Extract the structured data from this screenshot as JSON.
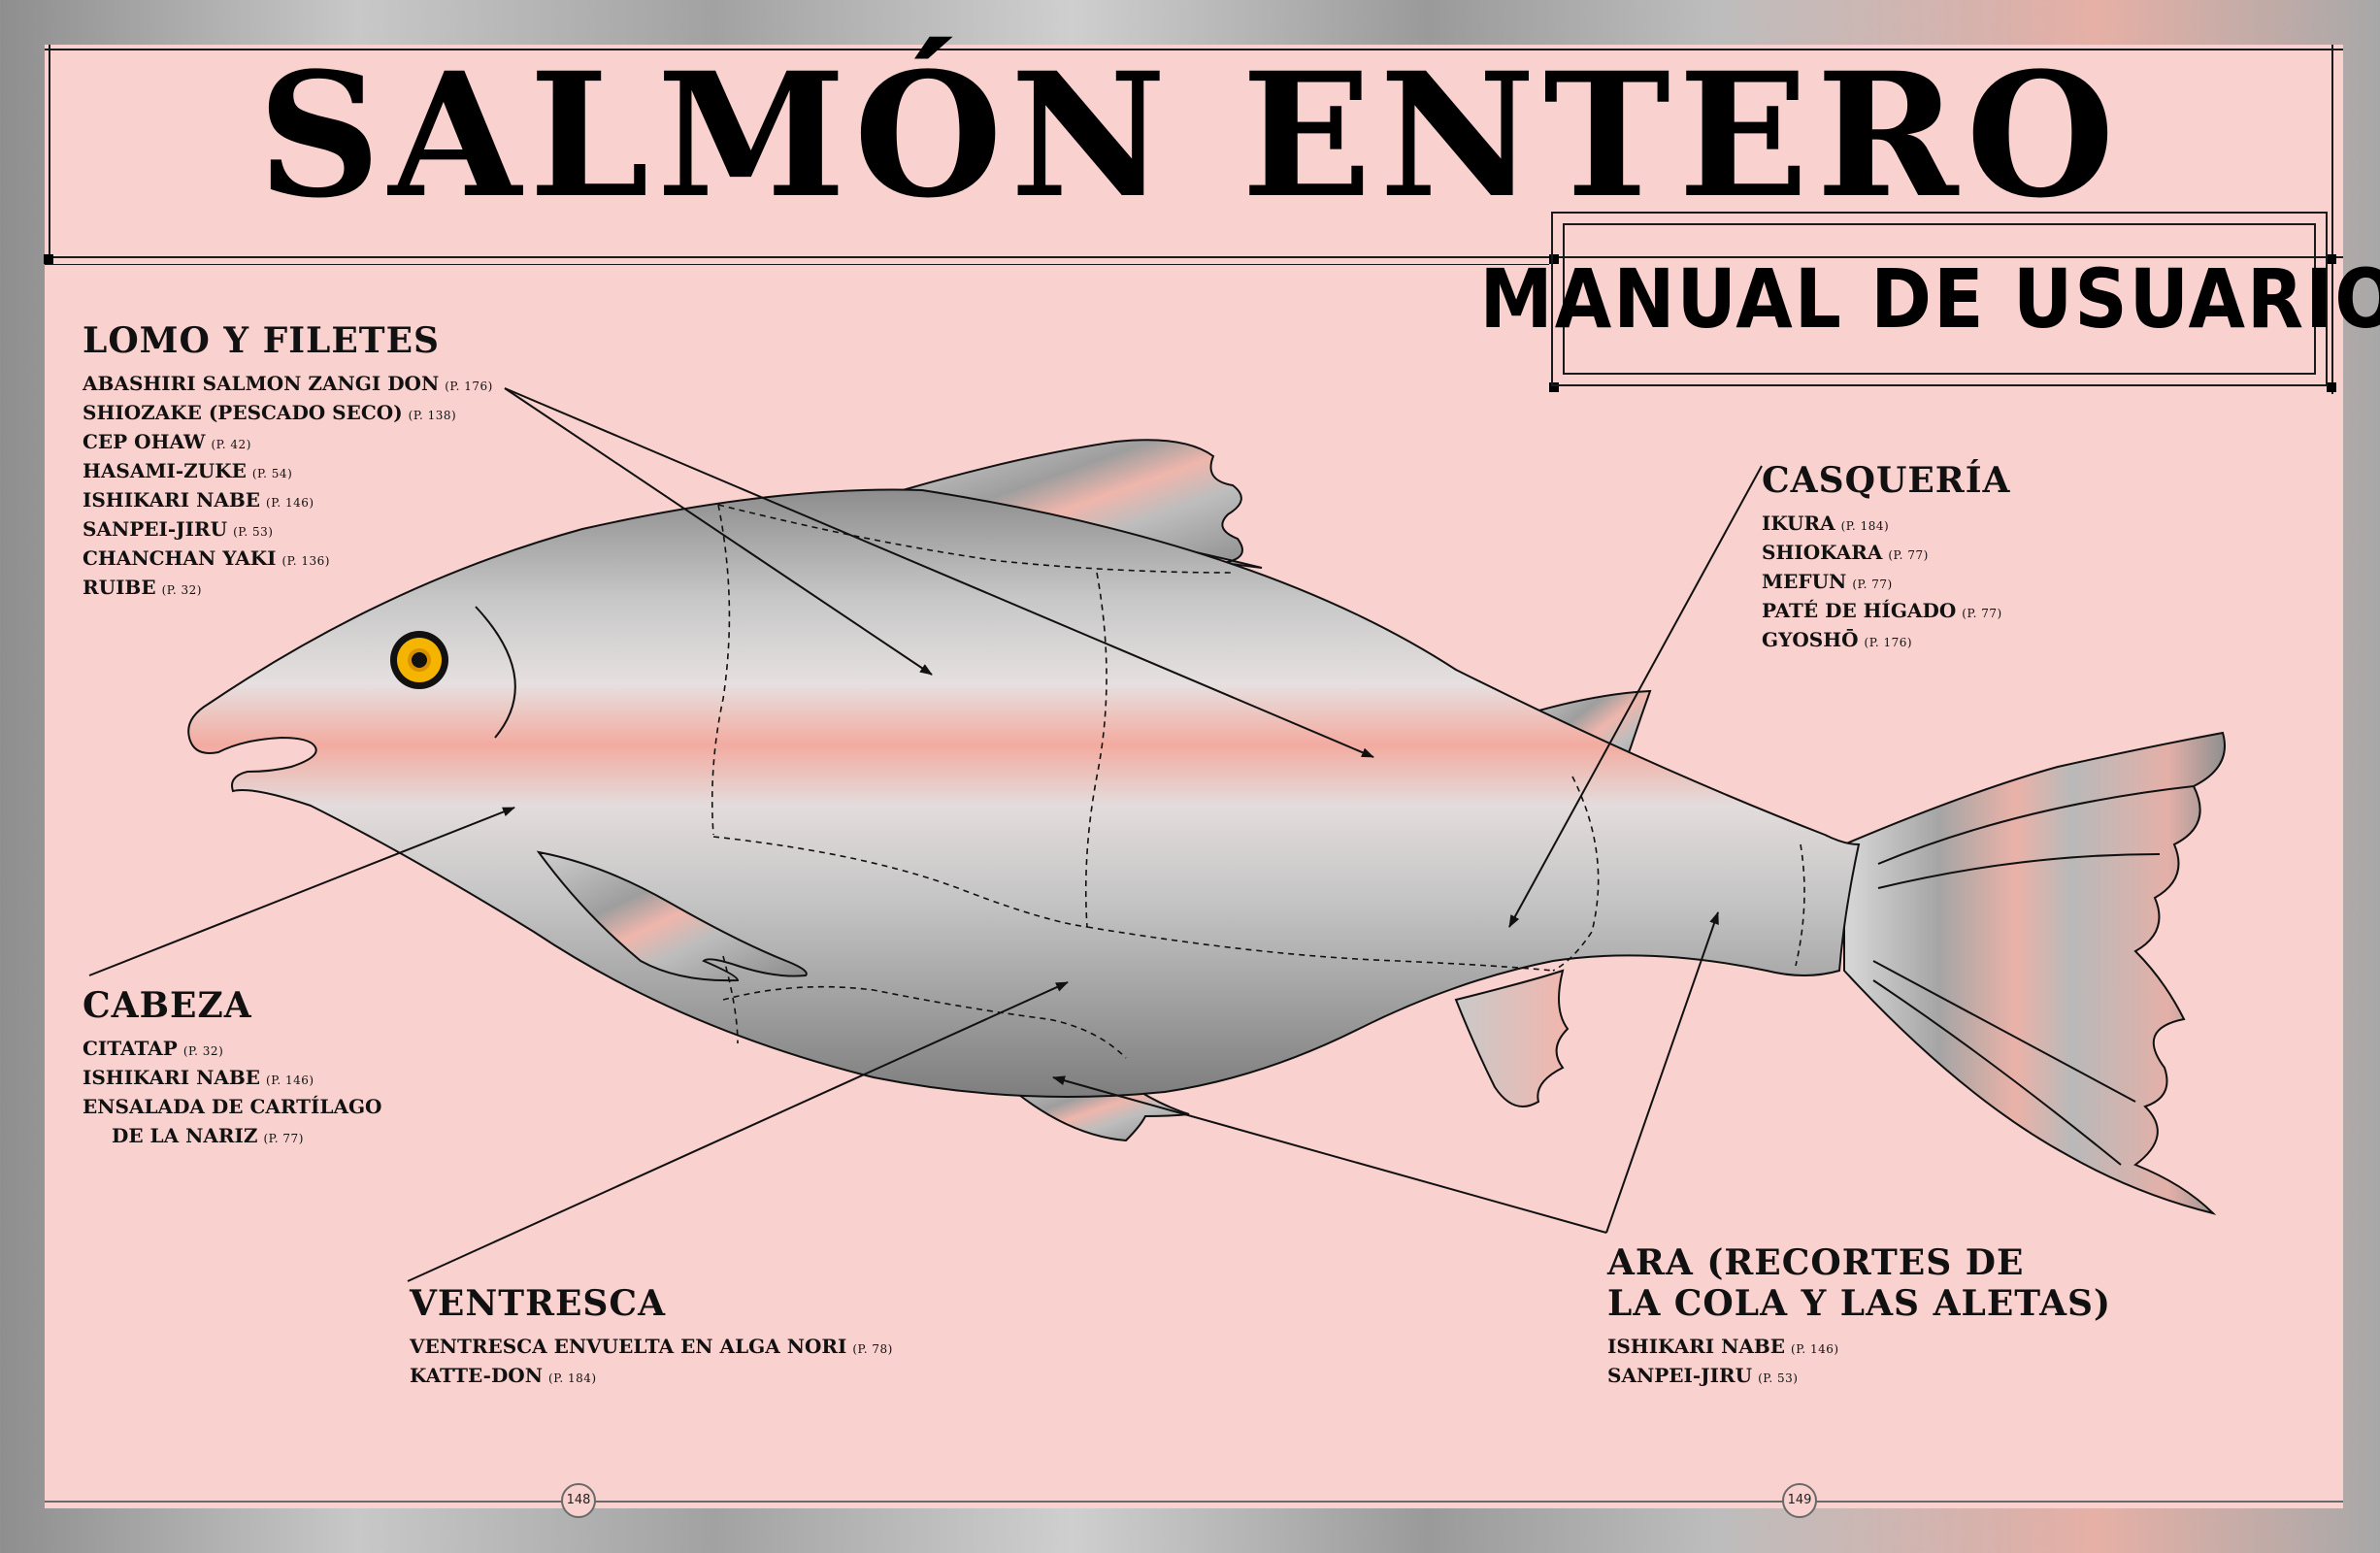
{
  "title": "SALMÓN ENTERO",
  "subtitle": "MANUAL DE USUARIO",
  "sections": {
    "lomo": {
      "heading": "LOMO Y FILETES",
      "items": [
        {
          "name": "ABASHIRI SALMON ZANGI DON",
          "ref": "(P. 176)"
        },
        {
          "name": "SHIOZAKE (PESCADO SECO)",
          "ref": "(P. 138)"
        },
        {
          "name": "CEP OHAW",
          "ref": "(P. 42)"
        },
        {
          "name": "HASAMI-ZUKE",
          "ref": "(P. 54)"
        },
        {
          "name": "ISHIKARI NABE",
          "ref": "(P. 146)"
        },
        {
          "name": "SANPEI-JIRU",
          "ref": "(P. 53)"
        },
        {
          "name": "CHANCHAN YAKI",
          "ref": "(P. 136)"
        },
        {
          "name": "RUIBE",
          "ref": "(P. 32)"
        }
      ]
    },
    "casqueria": {
      "heading": "CASQUERÍA",
      "items": [
        {
          "name": "IKURA",
          "ref": "(P. 184)"
        },
        {
          "name": "SHIOKARA",
          "ref": "(P. 77)"
        },
        {
          "name": "MEFUN",
          "ref": "(P. 77)"
        },
        {
          "name": "PATÉ DE HÍGADO",
          "ref": "(P. 77)"
        },
        {
          "name": "GYOSHŌ",
          "ref": "(P. 176)"
        }
      ]
    },
    "cabeza": {
      "heading": "CABEZA",
      "items": [
        {
          "name": "CITATAP",
          "ref": "(P. 32)"
        },
        {
          "name": "ISHIKARI NABE",
          "ref": "(P. 146)"
        },
        {
          "name": "ENSALADA DE CARTÍLAGO",
          "ref": ""
        },
        {
          "name": "DE LA NARIZ",
          "ref": "(P. 77)"
        }
      ]
    },
    "ventresca": {
      "heading": "VENTRESCA",
      "items": [
        {
          "name": "VENTRESCA ENVUELTA EN ALGA NORI",
          "ref": "(P. 78)"
        },
        {
          "name": "KATTE-DON",
          "ref": "(P. 184)"
        }
      ]
    },
    "ara": {
      "heading": "ARA (RECORTES DE\nLA COLA Y LAS ALETAS)",
      "items": [
        {
          "name": "ISHIKARI NABE",
          "ref": "(P. 146)"
        },
        {
          "name": "SANPEI-JIRU",
          "ref": "(P. 53)"
        }
      ]
    }
  },
  "page_numbers": {
    "left": "148",
    "right": "149"
  },
  "colors": {
    "page": "#f9d1ce",
    "fish_silver": "#b9b9b9",
    "fish_stripe": "#f2a89c",
    "eye": "#f5b400",
    "ink": "#111111"
  }
}
